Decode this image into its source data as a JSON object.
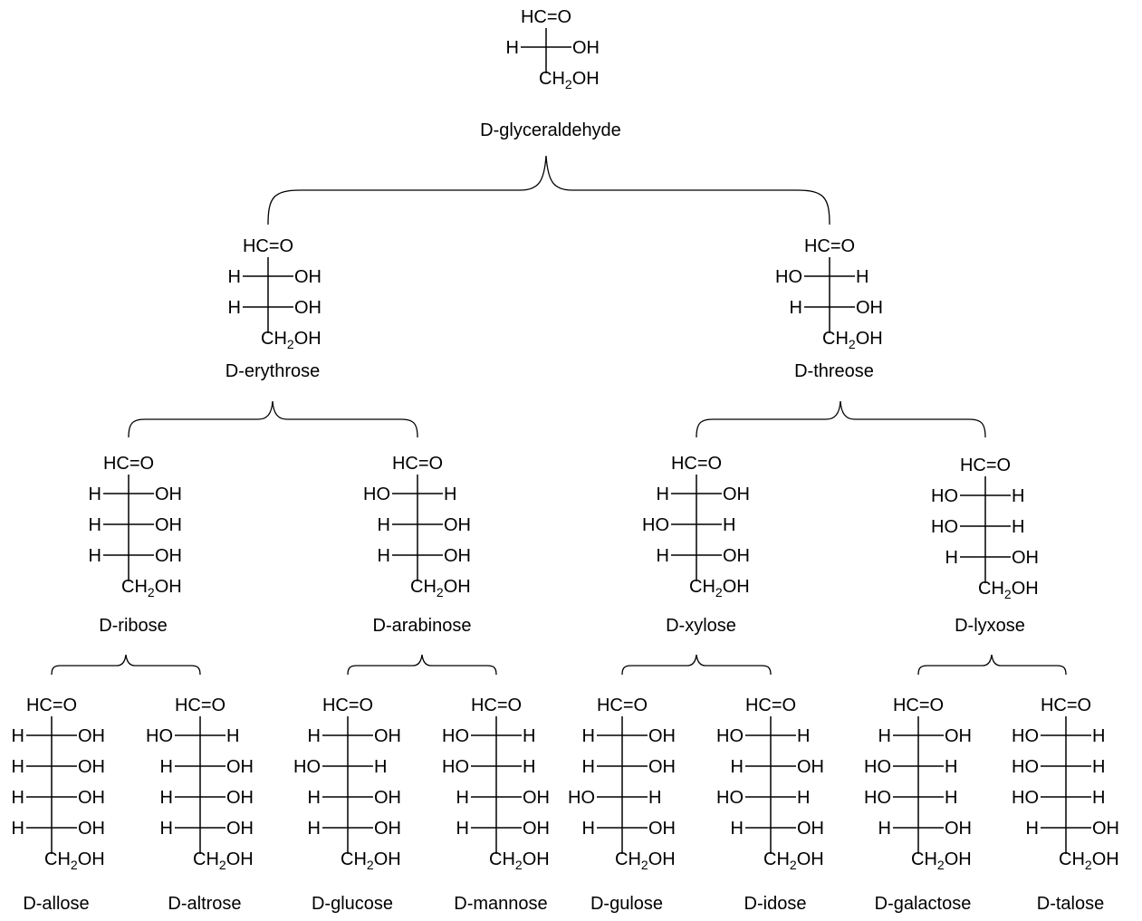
{
  "labels": {
    "aldehyde": "HC=O",
    "hydrogen": "H",
    "hydroxyl": "OH",
    "ho": "HO",
    "ch2oh_base": "CH",
    "ch2oh_sub": "2",
    "ch2oh_tail": "OH"
  },
  "colors": {
    "ink": "#000000",
    "background": "#ffffff"
  },
  "molecules": [
    {
      "id": "glyceraldehyde",
      "name": "D-glyceraldehyde",
      "rows": [
        "R"
      ]
    },
    {
      "id": "erythrose",
      "name": "D-erythrose",
      "rows": [
        "R",
        "R"
      ]
    },
    {
      "id": "threose",
      "name": "D-threose",
      "rows": [
        "L",
        "R"
      ]
    },
    {
      "id": "ribose",
      "name": "D-ribose",
      "rows": [
        "R",
        "R",
        "R"
      ]
    },
    {
      "id": "arabinose",
      "name": "D-arabinose",
      "rows": [
        "L",
        "R",
        "R"
      ]
    },
    {
      "id": "xylose",
      "name": "D-xylose",
      "rows": [
        "R",
        "L",
        "R"
      ]
    },
    {
      "id": "lyxose",
      "name": "D-lyxose",
      "rows": [
        "L",
        "L",
        "R"
      ]
    },
    {
      "id": "allose",
      "name": "D-allose",
      "rows": [
        "R",
        "R",
        "R",
        "R"
      ]
    },
    {
      "id": "altrose",
      "name": "D-altrose",
      "rows": [
        "L",
        "R",
        "R",
        "R"
      ]
    },
    {
      "id": "glucose",
      "name": "D-glucose",
      "rows": [
        "R",
        "L",
        "R",
        "R"
      ]
    },
    {
      "id": "mannose",
      "name": "D-mannose",
      "rows": [
        "L",
        "L",
        "R",
        "R"
      ]
    },
    {
      "id": "gulose",
      "name": "D-gulose",
      "rows": [
        "R",
        "R",
        "L",
        "R"
      ]
    },
    {
      "id": "idose",
      "name": "D-idose",
      "rows": [
        "L",
        "R",
        "L",
        "R"
      ]
    },
    {
      "id": "galactose",
      "name": "D-galactose",
      "rows": [
        "R",
        "L",
        "L",
        "R"
      ]
    },
    {
      "id": "talose",
      "name": "D-talose",
      "rows": [
        "L",
        "L",
        "L",
        "R"
      ]
    }
  ],
  "braces": [
    {
      "id": "glyceraldehyde-to-tetroses"
    },
    {
      "id": "erythrose-to-pentoses"
    },
    {
      "id": "threose-to-pentoses"
    },
    {
      "id": "ribose-to-hexoses"
    },
    {
      "id": "arabinose-to-hexoses"
    },
    {
      "id": "xylose-to-hexoses"
    },
    {
      "id": "lyxose-to-hexoses"
    }
  ]
}
